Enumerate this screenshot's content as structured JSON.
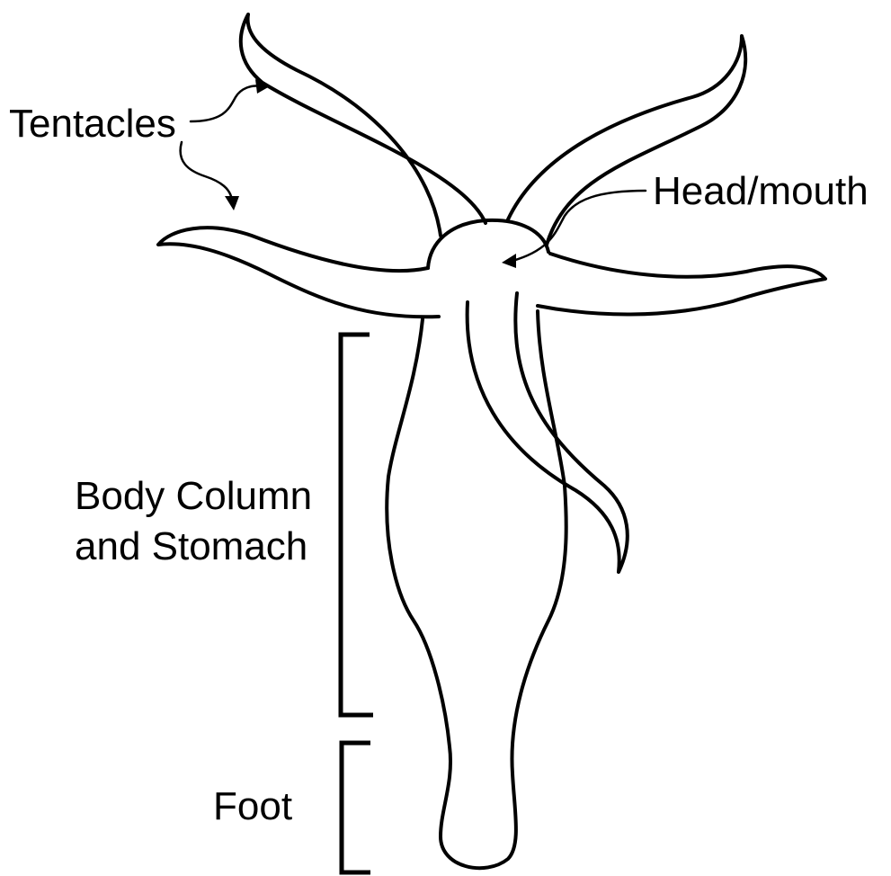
{
  "labels": {
    "tentacles": "Tentacles",
    "head_mouth": "Head/mouth",
    "body_line1": "Body Column",
    "body_line2": "and Stomach",
    "foot": "Foot"
  },
  "colors": {
    "stroke": "#000000",
    "background": "#ffffff"
  }
}
